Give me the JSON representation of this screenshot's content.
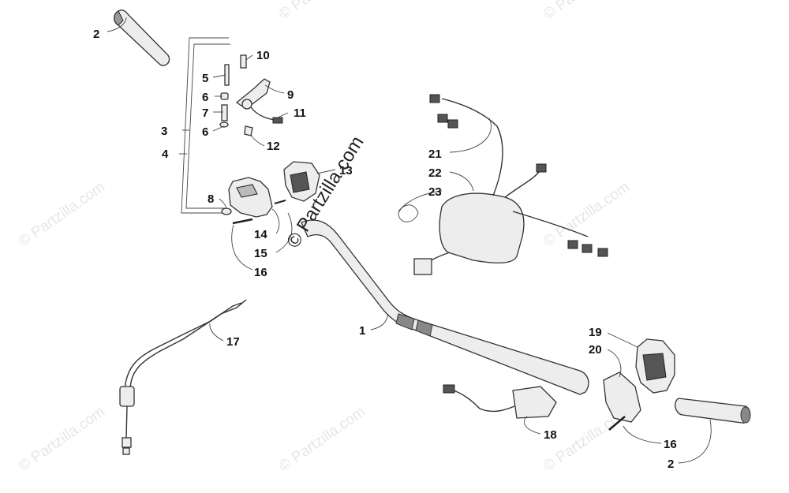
{
  "watermarks": [
    "© Partzilla.com",
    "© Partzilla.com",
    "© Partzilla.com",
    "© Partzilla.com",
    "© Partzilla.com",
    "© Partzilla.com",
    "© Partzilla.com"
  ],
  "center_watermark": "© Partzilla.com",
  "callouts": [
    {
      "id": "p2a",
      "text": "2"
    },
    {
      "id": "p10",
      "text": "10"
    },
    {
      "id": "p5",
      "text": "5"
    },
    {
      "id": "p9",
      "text": "9"
    },
    {
      "id": "p6a",
      "text": "6"
    },
    {
      "id": "p7",
      "text": "7"
    },
    {
      "id": "p11",
      "text": "11"
    },
    {
      "id": "p3",
      "text": "3"
    },
    {
      "id": "p6b",
      "text": "6"
    },
    {
      "id": "p12",
      "text": "12"
    },
    {
      "id": "p4",
      "text": "4"
    },
    {
      "id": "p13",
      "text": "13"
    },
    {
      "id": "p8",
      "text": "8"
    },
    {
      "id": "p14",
      "text": "14"
    },
    {
      "id": "p15",
      "text": "15"
    },
    {
      "id": "p16a",
      "text": "16"
    },
    {
      "id": "p21",
      "text": "21"
    },
    {
      "id": "p22",
      "text": "22"
    },
    {
      "id": "p23",
      "text": "23"
    },
    {
      "id": "p1",
      "text": "1"
    },
    {
      "id": "p17",
      "text": "17"
    },
    {
      "id": "p19",
      "text": "19"
    },
    {
      "id": "p20",
      "text": "20"
    },
    {
      "id": "p18",
      "text": "18"
    },
    {
      "id": "p16b",
      "text": "16"
    },
    {
      "id": "p2b",
      "text": "2"
    }
  ]
}
